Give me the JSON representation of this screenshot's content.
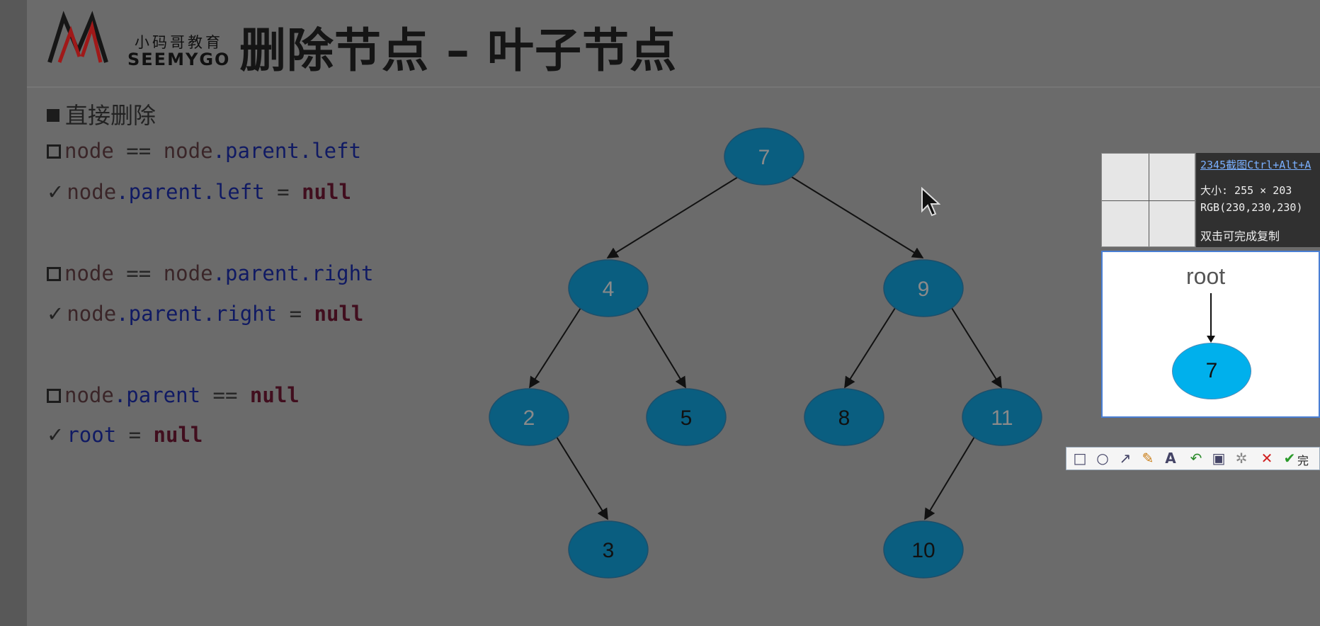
{
  "slide": {
    "logo": {
      "cn_text": "小码哥教育",
      "en_text": "SEEMYGO"
    },
    "title": "删除节点 – 叶子节点",
    "heading": "直接删除",
    "code_blocks": [
      {
        "cond": {
          "a": "node",
          "op": " == ",
          "b": "node",
          "c": ".parent.left"
        },
        "act": {
          "a": "node",
          "b": ".parent.left",
          "op": " = ",
          "kw": "null"
        }
      },
      {
        "cond": {
          "a": "node",
          "op": " == ",
          "b": "node",
          "c": ".parent.right"
        },
        "act": {
          "a": "node",
          "b": ".parent.right",
          "op": " = ",
          "kw": "null"
        }
      },
      {
        "cond": {
          "a": "node",
          "b": ".parent",
          "op": " == ",
          "kw": "null"
        },
        "act": {
          "a": "root",
          "op": " = ",
          "kw": "null"
        }
      }
    ],
    "tree_nodes": [
      "7",
      "4",
      "9",
      "2",
      "5",
      "8",
      "11",
      "3",
      "10"
    ]
  },
  "snip_tool": {
    "hotkey_hint": "2345截图Ctrl+Alt+A",
    "size_label": "大小: 255 × 203",
    "rgb_label": "RGB(230,230,230)",
    "copy_hint": "双击可完成复制",
    "preview_root_label": "root",
    "preview_node_value": "7",
    "toolbar": {
      "icons": [
        "rectangle-icon",
        "ellipse-icon",
        "arrow-icon",
        "brush-icon",
        "text-icon",
        "undo-icon",
        "save-icon",
        "mosaic-icon",
        "cancel-icon",
        "confirm-icon"
      ],
      "confirm_label": "完"
    }
  },
  "colors": {
    "node_fill": "#0a5e80",
    "preview_node_fill": "#00b0ec"
  }
}
